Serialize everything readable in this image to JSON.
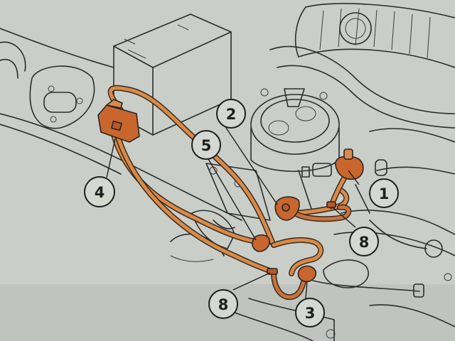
{
  "diagram": {
    "callouts": [
      {
        "id": "c1",
        "label": "1"
      },
      {
        "id": "c2",
        "label": "2"
      },
      {
        "id": "c3",
        "label": "3"
      },
      {
        "id": "c4",
        "label": "4"
      },
      {
        "id": "c5",
        "label": "5"
      },
      {
        "id": "c8a",
        "label": "8"
      },
      {
        "id": "c8b",
        "label": "8"
      }
    ],
    "colors": {
      "background": "#c9cec8",
      "linework": "#2a2d2c",
      "hose_highlight": "#d88a48",
      "component_highlight": "#c9662e"
    }
  }
}
